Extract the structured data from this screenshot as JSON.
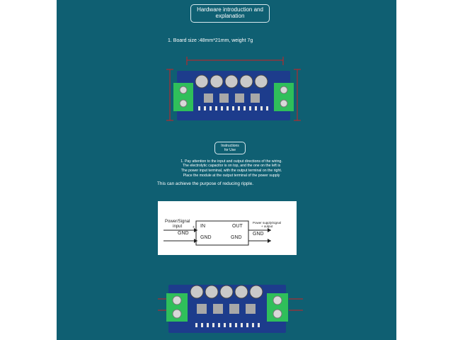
{
  "colors": {
    "panel_bg": "#0f5f72",
    "page_bg": "#ffffff",
    "board_blue": "#1d3c8c",
    "terminal_green": "#2fbf5a"
  },
  "header": {
    "line1": "Hardware introduction and",
    "line2": "explanation"
  },
  "board_size": "1. Board size :48mm*21mm, weight 7g",
  "instructions_badge": {
    "line1": "Instructions",
    "line2": "for Use"
  },
  "instructions": [
    "1. Pay attention to the input and output directions of the wiring.",
    "The electrolytic capacitor is on top, and the one on the left is",
    "The power input terminal, with the output terminal on the right.",
    "Place the module at the output terminal of the power supply"
  ],
  "ripple_text": "This can achieve the purpose of reducing ripple.",
  "diagram": {
    "input_label_1": "Power/Signal",
    "input_label_2": "input",
    "plus": "+",
    "in": "IN",
    "gnd_left": "GND",
    "gnd_box_left": "GND",
    "out": "OUT",
    "gnd_box_right": "GND",
    "output_label_1": "Power supply/signal",
    "output_label_2": "+ output",
    "gnd_right": "GND"
  }
}
